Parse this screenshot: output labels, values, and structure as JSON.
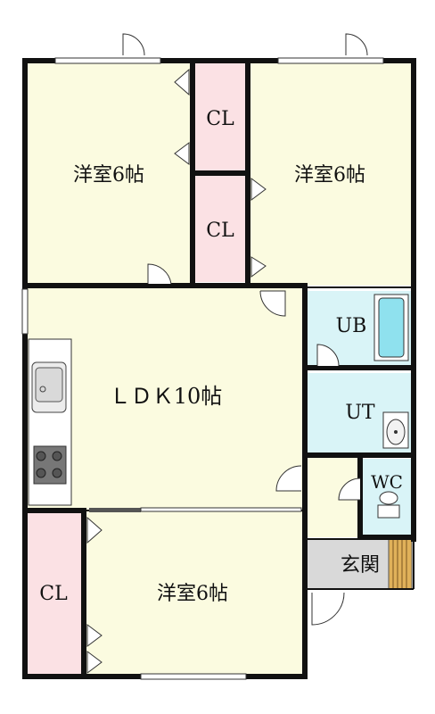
{
  "rooms": {
    "western_top_left": "洋室6帖",
    "western_top_right": "洋室6帖",
    "western_bottom": "洋室6帖",
    "ldk": "ＬＤＫ10帖",
    "closet_top": "CL",
    "closet_middle": "CL",
    "closet_bottom": "CL",
    "unit_bath": "UB",
    "utility": "UT",
    "toilet": "WC",
    "entrance": "玄関"
  },
  "colors": {
    "western_room": "#fbfbe0",
    "closet": "#fbe1e4",
    "wet_area": "#d9f4f7",
    "entrance": "#d9d9d9",
    "wall": "#111111",
    "bathtub": "#8fe1ee",
    "entrance_step": "#e0b15a"
  }
}
